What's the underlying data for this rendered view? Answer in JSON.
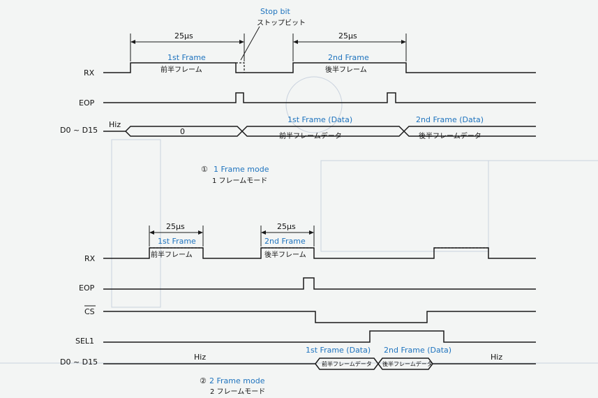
{
  "mode1": {
    "signals": {
      "rx": "RX",
      "eop": "EOP",
      "d0d15": "D0 ~ D15"
    },
    "hiz": "Hiz",
    "data_zero": "0",
    "stop_bit": {
      "en": "Stop bit",
      "jp": "ストップビット"
    },
    "duration_1": "25µs",
    "duration_2": "25µs",
    "frame1": {
      "en": "1st Frame",
      "jp": "前半フレーム"
    },
    "frame2": {
      "en": "2nd Frame",
      "jp": "後半フレーム"
    },
    "data1": {
      "en": "1st Frame (Data)",
      "jp": "前半フレームデータ"
    },
    "data2": {
      "en": "2nd Frame (Data)",
      "jp": "後半フレームデータ"
    },
    "caption": {
      "number": "①",
      "en": "1 Frame mode",
      "jp": "1 フレームモード"
    }
  },
  "mode2": {
    "signals": {
      "rx": "RX",
      "eop": "EOP",
      "cs": "CS",
      "sel1": "SEL1",
      "d0d15": "D0 ~ D15"
    },
    "duration_1": "25µs",
    "duration_2": "25µs",
    "frame1": {
      "en": "1st Frame",
      "jp": "前半フレーム"
    },
    "frame2": {
      "en": "2nd Frame",
      "jp": "後半フレーム"
    },
    "hiz_left": "Hiz",
    "hiz_right": "Hiz",
    "data1": {
      "en": "1st Frame (Data)",
      "jp": "前半フレームデータ"
    },
    "data2": {
      "en": "2nd Frame (Data)",
      "jp": "後半フレームデータ"
    },
    "caption": {
      "number": "②",
      "en": "2 Frame mode",
      "jp": "2 フレームモード"
    }
  }
}
